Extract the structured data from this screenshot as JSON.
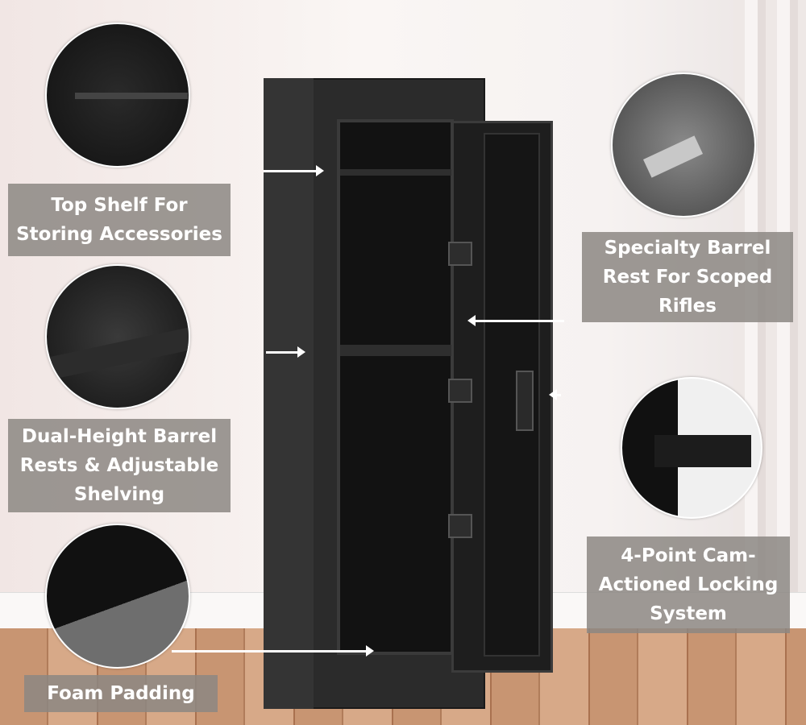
{
  "callouts": {
    "top_shelf": "Top Shelf For Storing Accessories",
    "barrel_rests": "Dual-Height Barrel Rests & Adjustable Shelving",
    "foam": "Foam Padding",
    "specialty_rest": "Specialty Barrel Rest For Scoped Rifles",
    "locking": "4-Point Cam-Actioned Locking System"
  }
}
